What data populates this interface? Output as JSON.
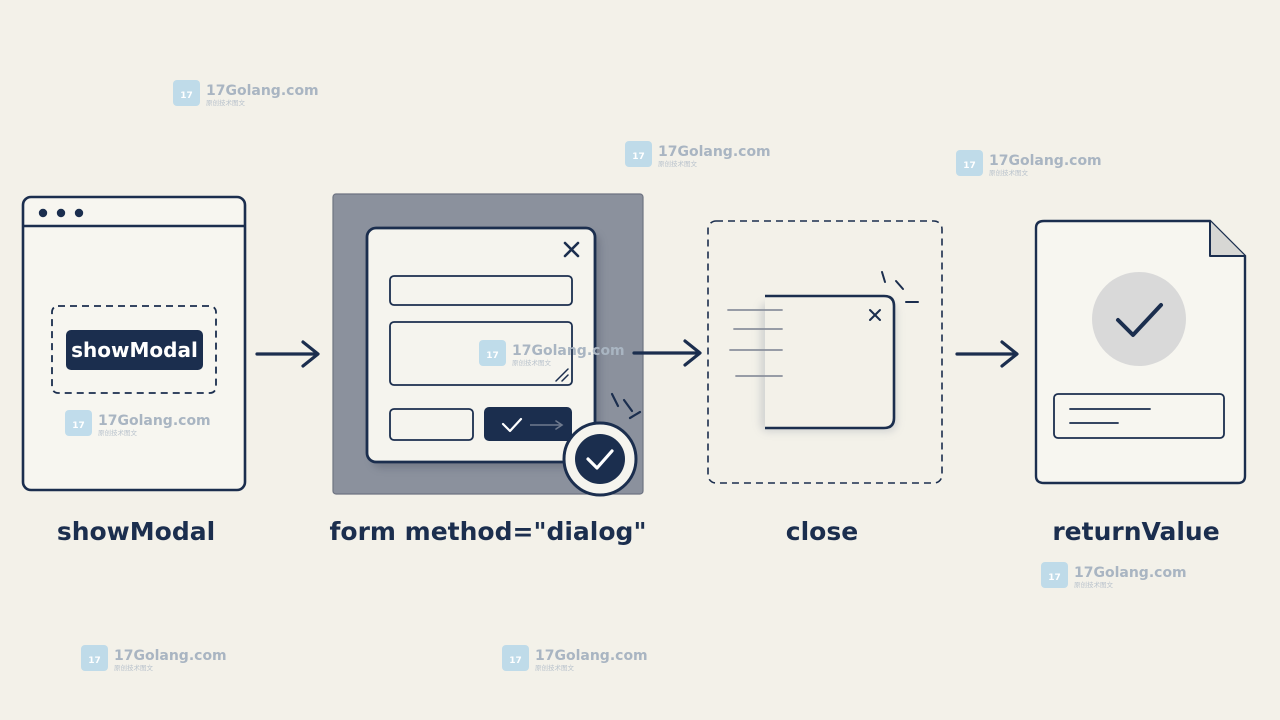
{
  "steps": [
    {
      "id": "show-modal",
      "caption": "showModal",
      "button_label": "showModal"
    },
    {
      "id": "form-dialog",
      "caption": "form method=\"dialog\""
    },
    {
      "id": "close",
      "caption": "close"
    },
    {
      "id": "return-value",
      "caption": "returnValue"
    }
  ],
  "watermark": {
    "title": "17Golang.com",
    "subtitle": "原创技术图文"
  },
  "colors": {
    "background": "#f3f1e9",
    "ink": "#1b2e4e",
    "backdrop": "#8a909c",
    "badge": "#d9d9d9",
    "watermark": "#a9b5c2"
  }
}
